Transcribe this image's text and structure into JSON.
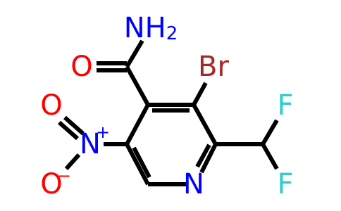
{
  "molecule": {
    "colors": {
      "bond": "#000000",
      "carbon_label": "#000000",
      "nitrogen": "#0000ff",
      "oxygen": "#ff0000",
      "bromine": "#a52a2a",
      "fluorine": "#33cccc"
    },
    "labels": {
      "amide_n": "NH",
      "amide_n_sub": "2",
      "amide_o": "O",
      "bromine": "Br",
      "fluorine_top": "F",
      "fluorine_bottom": "F",
      "ring_n": "N",
      "nitro_n": "N",
      "nitro_n_charge": "+",
      "nitro_o_top": "O",
      "nitro_o_bottom": "O",
      "nitro_o_charge": "−"
    }
  }
}
